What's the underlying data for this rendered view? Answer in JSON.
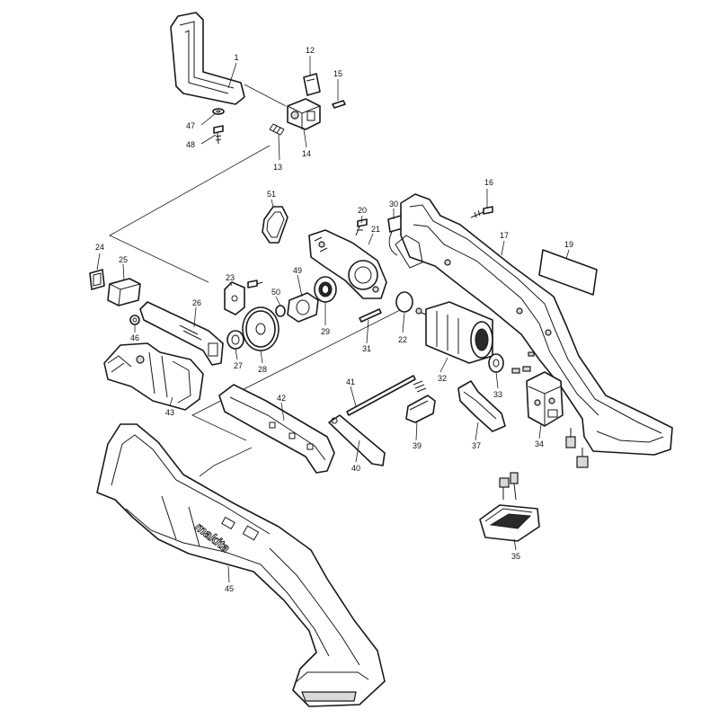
{
  "diagram": {
    "brand_logo_text": "makita",
    "part_numbers": {
      "p1": "1",
      "p12": "12",
      "p13": "13",
      "p14": "14",
      "p15": "15",
      "p16": "16",
      "p17": "17",
      "p19": "19",
      "p20": "20",
      "p21": "21",
      "p22": "22",
      "p23": "23",
      "p24": "24",
      "p25": "25",
      "p26": "26",
      "p27": "27",
      "p28": "28",
      "p29": "29",
      "p30": "30",
      "p31": "31",
      "p32": "32",
      "p33": "33",
      "p34": "34",
      "p35": "35",
      "p37": "37",
      "p39": "39",
      "p40": "40",
      "p41": "41",
      "p42": "42",
      "p43": "43",
      "p45": "45",
      "p46": "46",
      "p47": "47",
      "p48": "48",
      "p49": "49",
      "p50": "50",
      "p51": "51"
    }
  }
}
